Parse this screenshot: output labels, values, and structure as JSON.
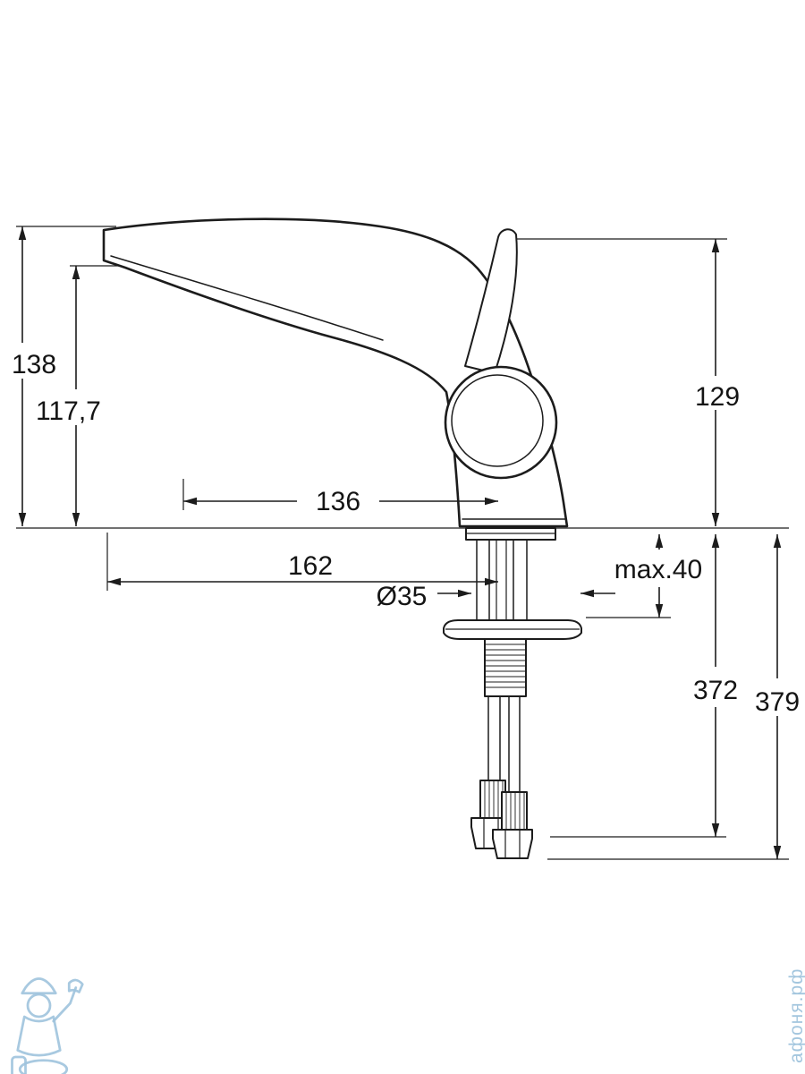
{
  "dims": {
    "height_total": "138",
    "spout_height": "117,7",
    "body_height": "129",
    "spout_reach": "136",
    "total_reach": "162",
    "deck_max": "max.40",
    "hole_diameter": "Ø35",
    "hose_length": "372",
    "total_length_below": "379"
  },
  "watermark": {
    "site": "афоня.рф"
  },
  "colors": {
    "line": "#1c1c1c",
    "watermark": "#9fc3dd",
    "background": "#ffffff"
  }
}
